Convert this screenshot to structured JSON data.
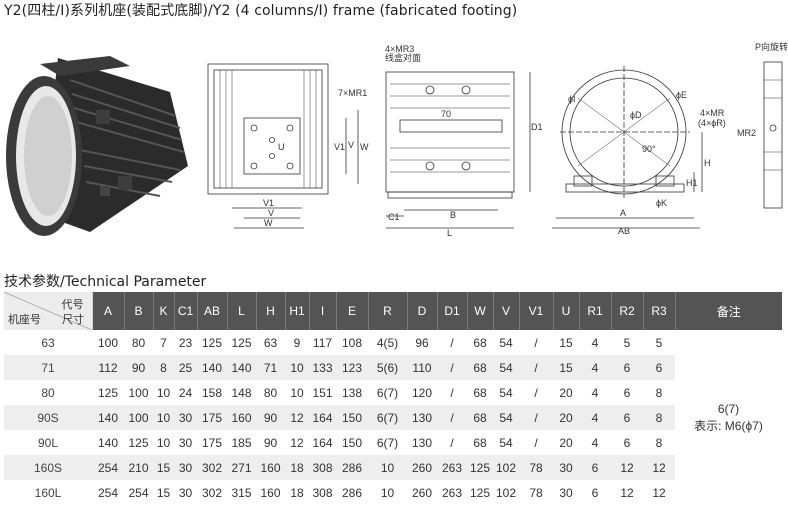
{
  "title": "Y2(四柱/Ⅰ)系列机座(装配式底脚)/Y2 (4 columns/I) frame (fabricated footing)",
  "section_title": "技术参数/Technical Parameter",
  "drawing_labels": {
    "d1_7mr1": "7×MR1",
    "d1_u": "U",
    "d1_v": "V",
    "d1_w": "W",
    "d1_v1": "V1",
    "d2_4mr3": "4×MR3",
    "d2_junction": "线盒对面",
    "d2_70": "70",
    "d2_d1": "D1",
    "d2_c1": "C1",
    "d2_b": "B",
    "d2_l": "L",
    "d3_phi_i": "ϕI",
    "d3_phi_e": "ϕE",
    "d3_phi_d": "ϕD",
    "d3_4mr": "4×MR",
    "d3_4r": "(4×ϕR)",
    "d3_90": "90°",
    "d3_h": "H",
    "d3_h1": "H1",
    "d3_phi_k": "ϕK",
    "d3_a": "A",
    "d3_ab": "AB",
    "d4_p": "P向旋转",
    "d4_mr2": "MR2"
  },
  "table": {
    "corner_top": "代号",
    "corner_left": "机座号",
    "corner_right": "尺寸",
    "headers": [
      "A",
      "B",
      "K",
      "C1",
      "AB",
      "L",
      "H",
      "H1",
      "I",
      "E",
      "R",
      "D",
      "D1",
      "W",
      "V",
      "V1",
      "U",
      "R1",
      "R2",
      "R3"
    ],
    "notes_header": "备注",
    "rows": [
      {
        "frame": "63",
        "cells": [
          "100",
          "80",
          "7",
          "23",
          "125",
          "125",
          "63",
          "9",
          "117",
          "108",
          "4(5)",
          "96",
          "/",
          "68",
          "54",
          "/",
          "15",
          "4",
          "5",
          "5"
        ]
      },
      {
        "frame": "71",
        "cells": [
          "112",
          "90",
          "8",
          "25",
          "140",
          "140",
          "71",
          "10",
          "133",
          "123",
          "5(6)",
          "110",
          "/",
          "68",
          "54",
          "/",
          "15",
          "4",
          "6",
          "6"
        ]
      },
      {
        "frame": "80",
        "cells": [
          "125",
          "100",
          "10",
          "24",
          "158",
          "148",
          "80",
          "10",
          "151",
          "138",
          "6(7)",
          "120",
          "/",
          "68",
          "54",
          "/",
          "20",
          "4",
          "6",
          "8"
        ]
      },
      {
        "frame": "90S",
        "cells": [
          "140",
          "100",
          "10",
          "30",
          "175",
          "160",
          "90",
          "12",
          "164",
          "150",
          "6(7)",
          "130",
          "/",
          "68",
          "54",
          "/",
          "20",
          "4",
          "6",
          "8"
        ]
      },
      {
        "frame": "90L",
        "cells": [
          "140",
          "125",
          "10",
          "30",
          "175",
          "185",
          "90",
          "12",
          "164",
          "150",
          "6(7)",
          "130",
          "/",
          "68",
          "54",
          "/",
          "20",
          "4",
          "6",
          "8"
        ]
      },
      {
        "frame": "160S",
        "cells": [
          "254",
          "210",
          "15",
          "30",
          "302",
          "271",
          "160",
          "18",
          "308",
          "286",
          "10",
          "260",
          "263",
          "125",
          "102",
          "78",
          "30",
          "6",
          "12",
          "12"
        ]
      },
      {
        "frame": "160L",
        "cells": [
          "254",
          "254",
          "15",
          "30",
          "302",
          "315",
          "160",
          "18",
          "308",
          "286",
          "10",
          "260",
          "263",
          "125",
          "102",
          "78",
          "30",
          "6",
          "12",
          "12"
        ]
      }
    ],
    "notes_line1": "6(7)",
    "notes_line2": "表示: M6(ϕ7)"
  }
}
